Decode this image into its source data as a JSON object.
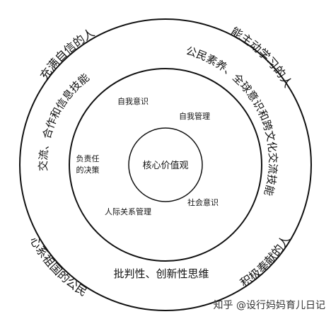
{
  "diagram": {
    "core": "核心价值观",
    "inner_ring": {
      "self_awareness": "自我意识",
      "self_management": "自我管理",
      "social_awareness": "社会意识",
      "relationship_management": "人际关系管理",
      "responsible_decision_line1": "负责任",
      "responsible_decision_line2": "的决策"
    },
    "middle_ring": {
      "left_arc": "交流、合作和信息技能",
      "right_arc": "公民素养、全球意识和跨文化交流技能",
      "bottom": "批判性、创新性思维"
    },
    "outer_ring": {
      "top_left": "充满自信的人",
      "top_right": "能主动学习的人",
      "bottom_left": "心系祖国的公民",
      "bottom_right": "积极奉献的人"
    }
  },
  "watermark": "知乎 @设行妈妈育儿日记"
}
